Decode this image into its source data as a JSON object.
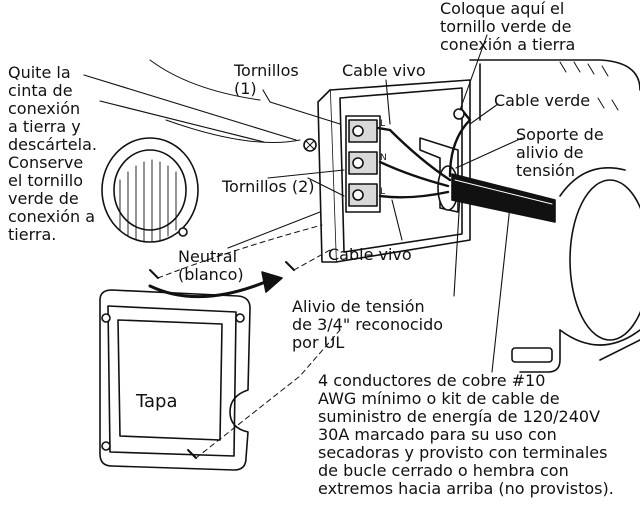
{
  "labels": {
    "ground_screw_place": "Coloque aquí el\ntornillo verde de\nconexión a tierra",
    "remove_tape": "Quite la\ncinta de\nconexión\na tierra y\ndescártela.\nConserve\nel tornillo\nverde de\nconexión a\ntierra.",
    "screws_1": "Tornillos\n(1)",
    "hot_wire_top": "Cable vivo",
    "green_wire": "Cable verde",
    "strain_relief_bracket": "Soporte de\nalivio de\ntensión",
    "screws_2": "Tornillos (2)",
    "neutral": "Neutral\n(blanco)",
    "hot_wire_bottom": "Cable vivo",
    "strain_relief_ul": "Alivio de tensión\nde 3/4\" reconocido\npor UL",
    "cover": "Tapa",
    "conductors": "4 conductores de cobre #10\nAWG mínimo o kit de cable de\nsuministro de energía de 120/240V\n30A marcado para su uso con\nsecadoras y provisto con terminales\nde bucle cerrado o hembra con\nextremos hacia arriba (no provistos)."
  },
  "terminal_letters": [
    "L",
    "N",
    "L"
  ]
}
